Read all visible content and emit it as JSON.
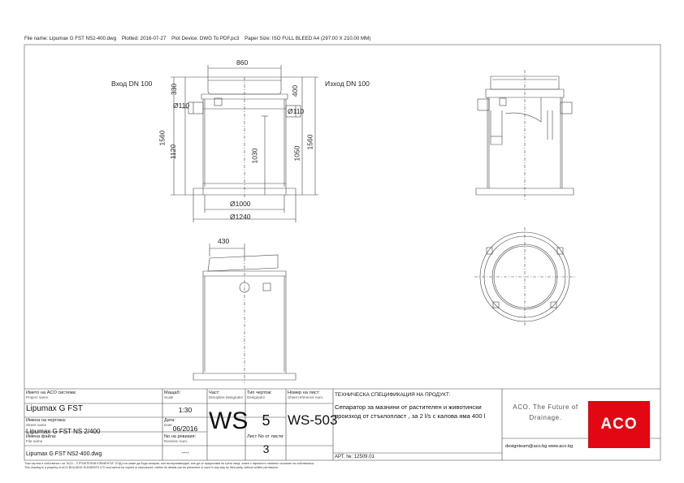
{
  "header": {
    "file_name": "File name: Lipumax G FST NS2-400.dwg",
    "plotted": "Plotted: 2016-07-27",
    "plot_device": "Plot Device: DWG To PDF.pc3",
    "paper_size": "Paper Size: ISO FULL BLEED A4 (297.00 X 210.00 MM)"
  },
  "drawing": {
    "inlet_label": "Вход DN 100",
    "outlet_label": "Изход DN 100",
    "dims": {
      "width_top": "860",
      "d330": "330",
      "d400": "400",
      "d110_left": "Ø110",
      "d110_right": "Ø110",
      "d1560_left": "1560",
      "d1120": "1120",
      "d1030": "1030",
      "d1050": "1050",
      "d1560_right": "1560",
      "d1000": "Ø1000",
      "d1240": "Ø1240",
      "d430": "430"
    }
  },
  "title_block": {
    "project_name_label": "Името на ACO система:",
    "project_name_sub": "Project name",
    "project_name": "Lipumax G FST",
    "street_name_label": "Имена на чертожа:",
    "street_name_sub": "Street name",
    "street_name": "Lipumax G FST NS 2/400",
    "file_label": "Имена файла:",
    "file_sub": "File name",
    "file_name": "Lipumax G FST NS2-400.dwg",
    "scale_label": "Мащаб:",
    "scale_sub": "Scale",
    "scale": "1:30",
    "date_label": "Дата:",
    "date_sub": "Date",
    "date": "06/2016",
    "revision_label": "No на ревизия:",
    "revision_sub": "Revision num.",
    "revision": "----",
    "part_label": "Част:",
    "part_sub": "Discipline designator",
    "part": "WS",
    "type_label": "Тип чертож:",
    "type_sub": "Designator",
    "type": "5",
    "sheet_no_label": "Лист No от листи:",
    "sheet_no": "3",
    "drawing_no_label": "Номер на лист:",
    "drawing_no_sub": "Sheet reference num.",
    "drawing_no": "WS-503",
    "spec_title": "ТЕХНИЧЕСКА СПЕЦИФИКАЦИЯ НА ПРОДУКТ:",
    "spec_line1": "Сепаратор за мазнини от растителен и животински",
    "spec_line2": "произход от стъклопласт , за 2 l/s с калова яма 400 l",
    "article": "АРТ. №: 12509.01",
    "aco_tagline_1": "ACO. The Future of",
    "aco_tagline_2": "Drainage.",
    "aco_contact": "designteam@aco.bg  www.aco.bg",
    "logo_text": "ACO"
  },
  "footer": {
    "line1": "Този чертеж е собственост на \"АСО – СТРОИТЕЛНИ ЕЛЕМЕНТИ\" ООД и не може да бъде копиран, или възпроизвеждан, или да се предоставя на трети лица, освен с изричното писмено съгласие на собственика.",
    "line2": "This drawing is a property of ACO BUILDING ELEMENTS LTD and cannot be copied or reproduced, neither its details can be presented or used in any way by third party, without written permission."
  }
}
